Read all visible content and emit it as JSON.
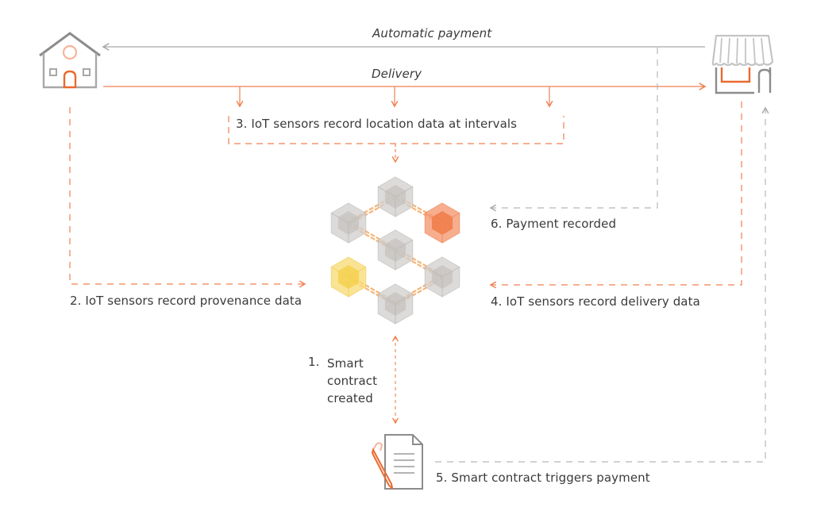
{
  "colors": {
    "orange": "#f08050",
    "orange_dark": "#ea6a2e",
    "gray": "#a8a8a8",
    "gray_dark": "#8c8c8c",
    "yellow": "#f7d96a",
    "text": "#3a3a3a"
  },
  "flows": {
    "automatic_payment": "Automatic payment",
    "delivery": "Delivery"
  },
  "steps": {
    "step1_number": "1.",
    "step1_lines": [
      "Smart",
      "contract",
      "created"
    ],
    "step2": "2. IoT sensors record provenance data",
    "step3": "3. IoT sensors record location data at intervals",
    "step4": "4. IoT sensors record delivery data",
    "step5": "5. Smart contract triggers payment",
    "step6": "6. Payment recorded"
  },
  "nodes": {
    "home": "home-icon",
    "store": "store-icon",
    "blockchain": "blockchain-icon",
    "contract": "contract-document-icon"
  }
}
